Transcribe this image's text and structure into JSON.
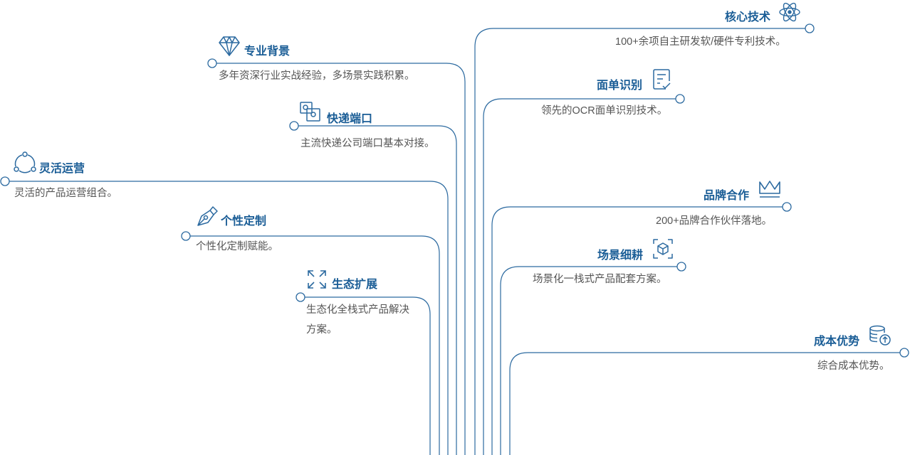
{
  "colors": {
    "line": "#2c6aa0",
    "title": "#1a5d96",
    "text": "#555555"
  },
  "left_items": [
    {
      "title": "专业背景",
      "desc": "多年资深行业实战经验，多场景实践积累。",
      "icon": "diamond-icon"
    },
    {
      "title": "快递端口",
      "desc": "主流快递公司端口基本对接。",
      "icon": "port-icon"
    },
    {
      "title": "灵活运营",
      "desc": "灵活的产品运营组合。",
      "icon": "share-network-icon"
    },
    {
      "title": "个性定制",
      "desc": "个性化定制赋能。",
      "icon": "pen-nib-icon"
    },
    {
      "title": "生态扩展",
      "desc": "生态化全栈式产品解决方案。",
      "icon": "expand-arrows-icon"
    }
  ],
  "right_items": [
    {
      "title": "核心技术",
      "desc": "100+余项自主研发软/硬件专利技术。",
      "icon": "atom-icon"
    },
    {
      "title": "面单识别",
      "desc": "领先的OCR面单识别技术。",
      "icon": "document-check-icon"
    },
    {
      "title": "品牌合作",
      "desc": "200+品牌合作伙伴落地。",
      "icon": "crown-icon"
    },
    {
      "title": "场景细耕",
      "desc": "场景化一栈式产品配套方案。",
      "icon": "scan-cube-icon"
    },
    {
      "title": "成本优势",
      "desc": "综合成本优势。",
      "icon": "coins-upload-icon"
    }
  ]
}
